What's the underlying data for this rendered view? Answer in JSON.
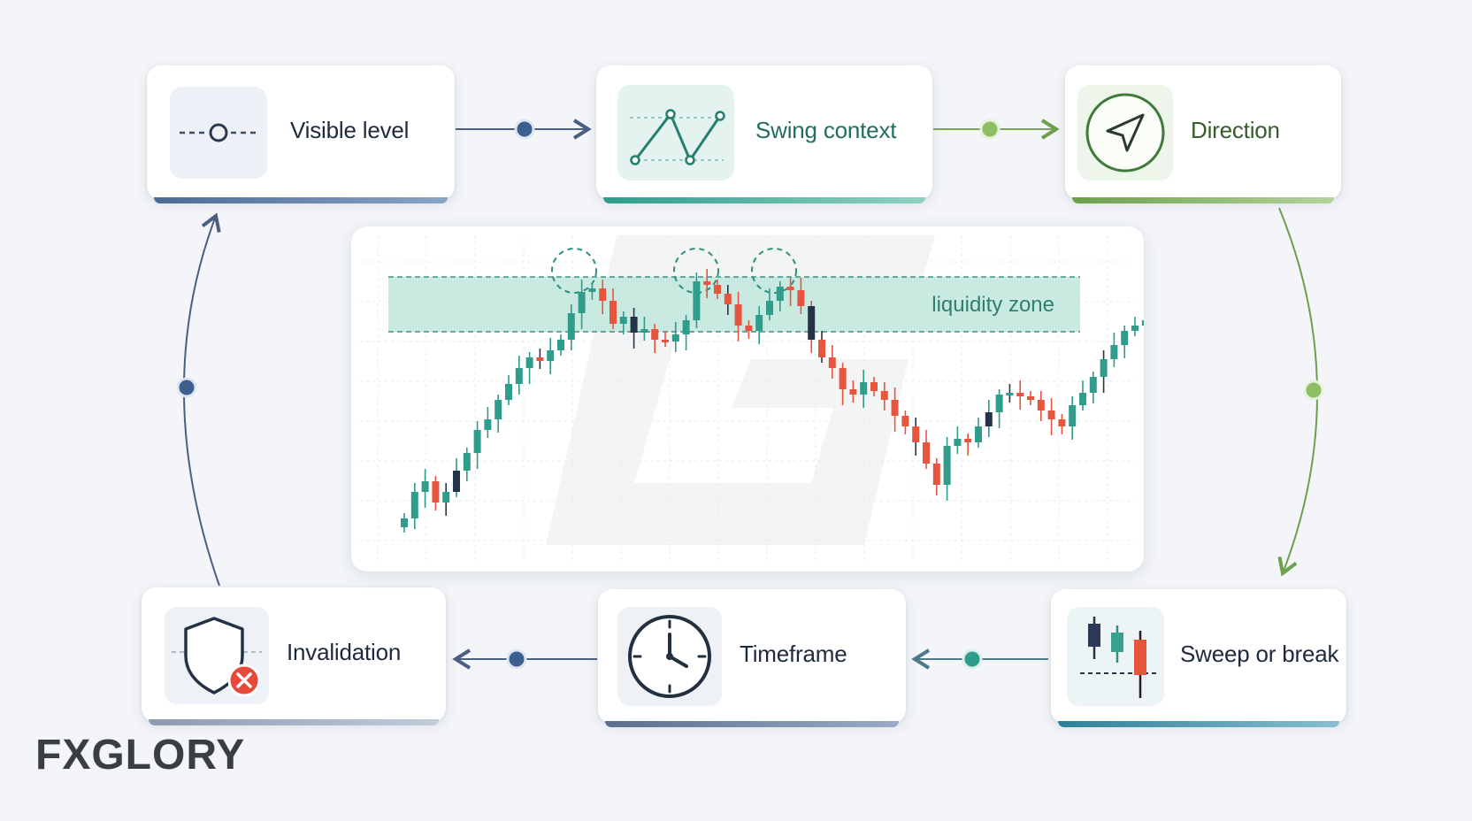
{
  "steps": {
    "visible_level": {
      "label": "Visible level",
      "icon": "dashed-level-circle-icon"
    },
    "swing_context": {
      "label": "Swing context",
      "icon": "swing-zigzag-icon"
    },
    "direction": {
      "label": "Direction",
      "icon": "navigation-arrow-icon"
    },
    "sweep_or_break": {
      "label": "Sweep or break",
      "icon": "candlestick-sweep-icon"
    },
    "timeframe": {
      "label": "Timeframe",
      "icon": "clock-icon"
    },
    "invalidation": {
      "label": "Invalidation",
      "icon": "shield-x-icon"
    }
  },
  "flow": [
    "Visible level",
    "Swing context",
    "Direction",
    "Sweep or break",
    "Timeframe",
    "Invalidation"
  ],
  "chart": {
    "zone_label": "liquidity zone"
  },
  "colors": {
    "blue_accent": "#3d5f8f",
    "teal_accent": "#2f9c8c",
    "green_accent": "#6da04b",
    "bull_candle": "#2f9c8c",
    "bear_candle": "#e8553f",
    "zone_fill": "#bfe6dc"
  },
  "brand": {
    "part1": "FX",
    "part2": "GLORY"
  }
}
